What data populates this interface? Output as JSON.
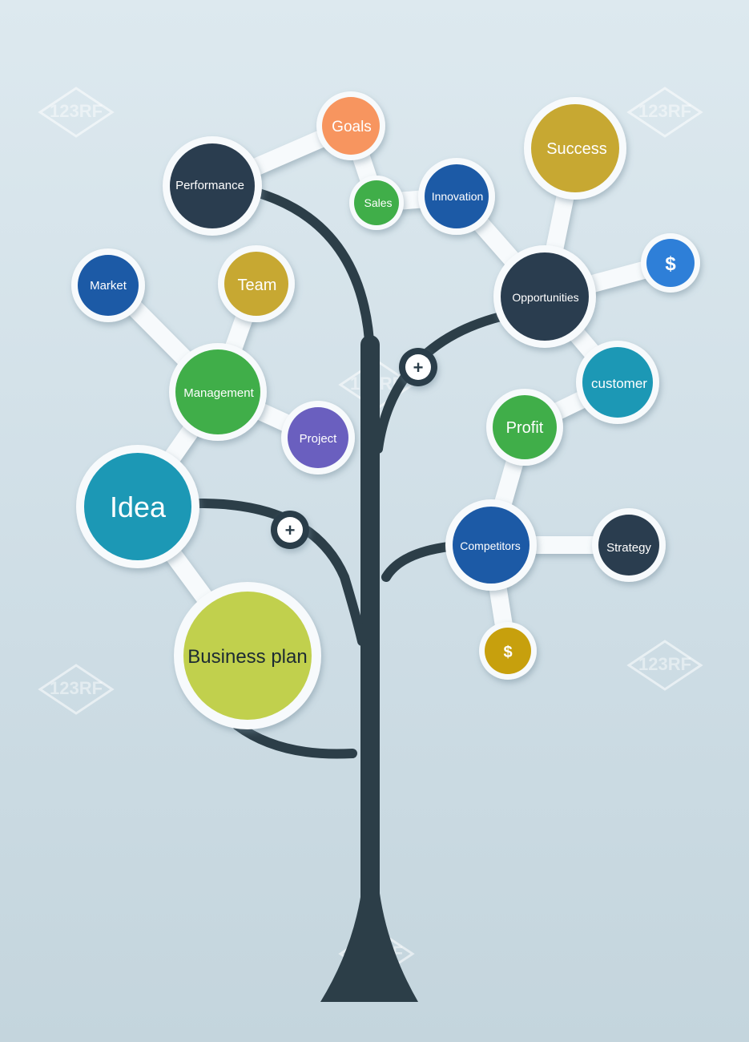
{
  "nodes": {
    "performance": {
      "label": "Performance",
      "color": "#2c3e50"
    },
    "goals": {
      "label": "Goals",
      "color": "#f7955f"
    },
    "sales": {
      "label": "Sales",
      "color": "#3fae49"
    },
    "innovation": {
      "label": "Innovation",
      "color": "#1f5aa6"
    },
    "success": {
      "label": "Success",
      "color": "#c7a830"
    },
    "dollar_top": {
      "label": "$",
      "color": "#2f7fd8"
    },
    "opportunities": {
      "label": "Opportunities",
      "color": "#2c3e50"
    },
    "market": {
      "label": "Market",
      "color": "#1f5aa6"
    },
    "team": {
      "label": "Team",
      "color": "#c7a830"
    },
    "management": {
      "label": "Management",
      "color": "#3fae49"
    },
    "project": {
      "label": "Project",
      "color": "#6a5fbf"
    },
    "customer": {
      "label": "customer",
      "color": "#1c98b5"
    },
    "profit": {
      "label": "Profit",
      "color": "#3fae49"
    },
    "idea": {
      "label": "Idea",
      "color": "#1c98b5"
    },
    "competitors": {
      "label": "Competitors",
      "color": "#1f5aa6"
    },
    "strategy": {
      "label": "Strategy",
      "color": "#2c3e50"
    },
    "dollar_bottom": {
      "label": "$",
      "color": "#c7a010"
    },
    "business_plan": {
      "label": "Business plan",
      "color": "#c1d04e"
    }
  },
  "plus_buttons": {
    "upper": "+",
    "lower": "+"
  },
  "watermark": "123RF",
  "colors": {
    "trunk": "#2c3e48",
    "ring": "#f7fafc",
    "background": "#d6e4ea"
  }
}
